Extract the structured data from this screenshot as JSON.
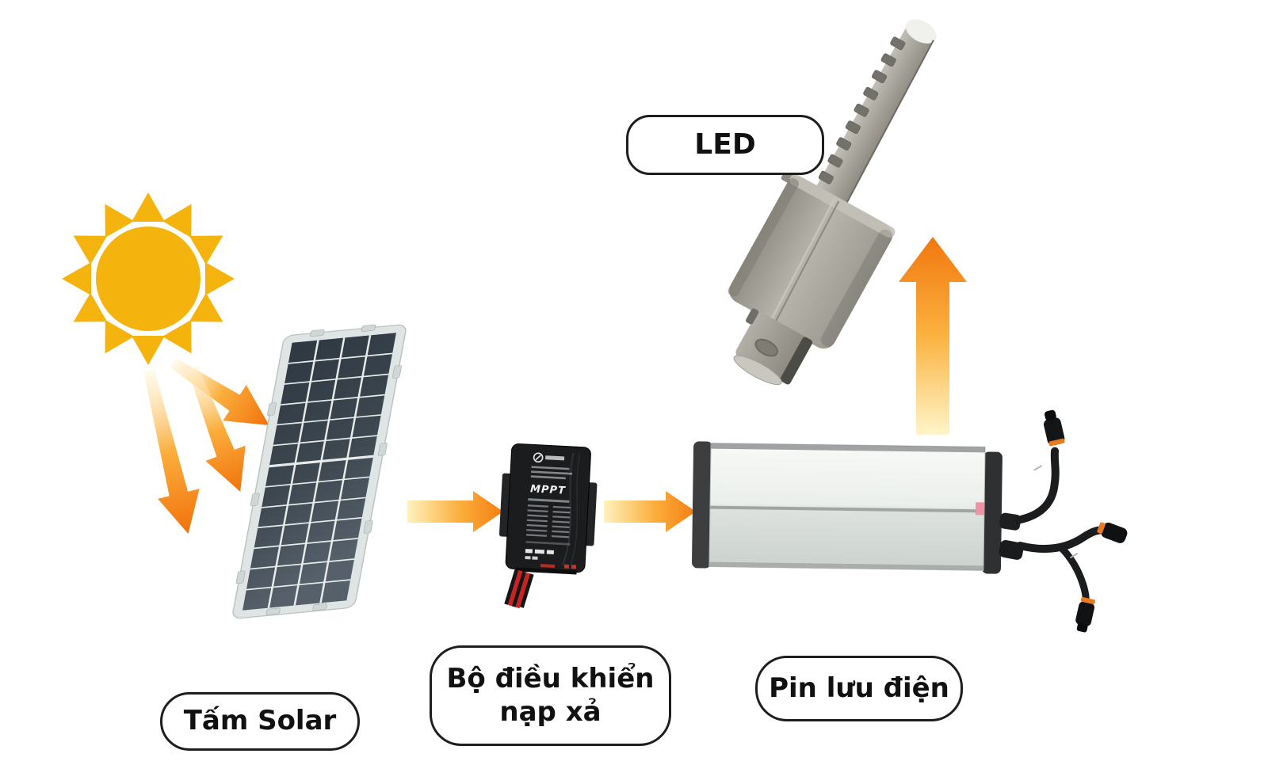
{
  "labels": {
    "led": "LED",
    "solar_panel": "Tấm Solar",
    "controller_line1": "Bộ điều khiển",
    "controller_line2": "nạp xả",
    "battery": "Pin lưu điện"
  },
  "device_markings": {
    "controller_mode": "MPPT"
  },
  "icons": {
    "sun": "sun-icon",
    "sunlight_rays": "sunray-arrow-icon",
    "flow_arrow": "flow-arrow-icon",
    "up_arrow": "up-arrow-icon"
  },
  "colors": {
    "background": "#FFFFFF",
    "sun": "#F5B40D",
    "arrow_pale": "#FFF3C4",
    "arrow_mid": "#FBAE3C",
    "arrow_orange": "#F1770E",
    "label_border": "#1E1E1E",
    "label_text": "#111111",
    "panel_cell": "#39434C",
    "panel_frame": "#DFE5E4",
    "controller_body": "#1B1C1E",
    "battery_body": "#EDF1ED",
    "battery_cap": "#353638",
    "lamp_body": "#ABA99F",
    "cable_black": "#1B1C1D",
    "cable_band_orange": "#E87B22",
    "wire_red": "#D01F1F"
  }
}
